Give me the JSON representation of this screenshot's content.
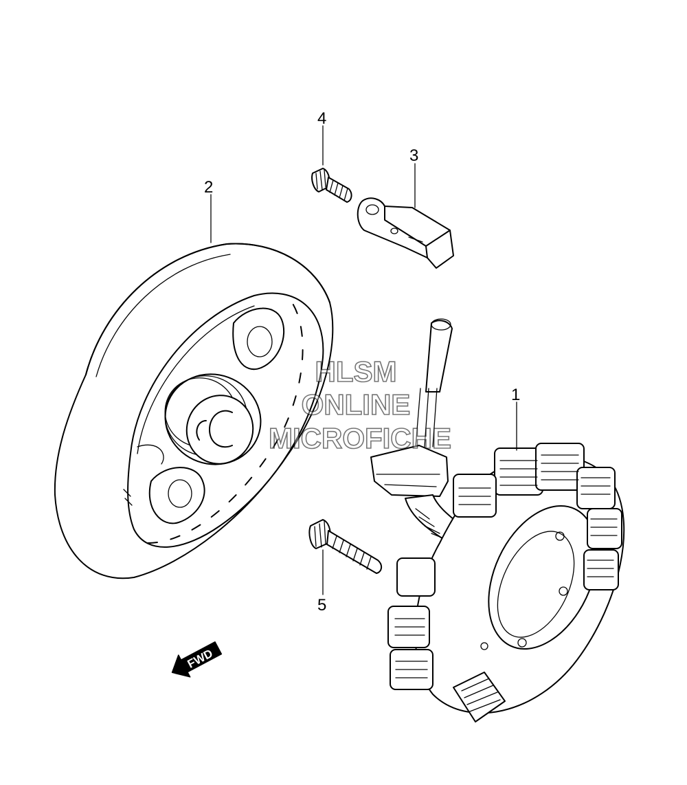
{
  "callouts": {
    "part1": "1",
    "part2": "2",
    "part3": "3",
    "part4": "4",
    "part5": "5"
  },
  "watermark": {
    "line1": "HLSM",
    "line2": "ONLINE",
    "line3": "MICROFICHE"
  },
  "direction_arrow": {
    "label": "FWD"
  }
}
